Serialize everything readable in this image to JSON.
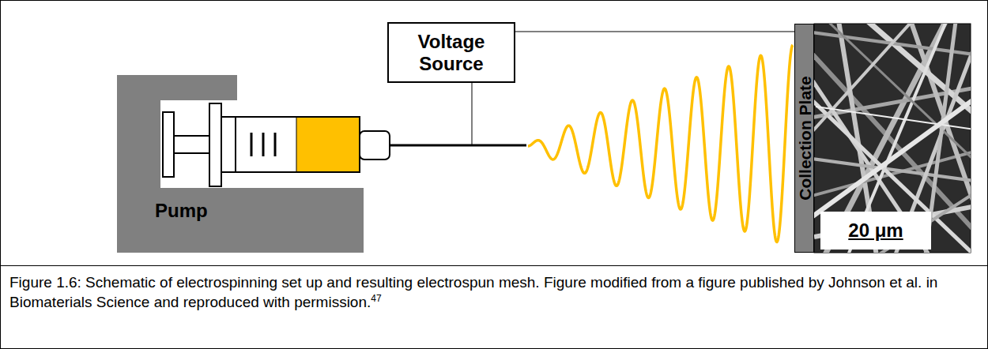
{
  "diagram": {
    "caption": "Figure 1.6: Schematic of electrospinning set up and resulting electrospun mesh. Figure modified from a figure published by Johnson et al. in Biomaterials Science and reproduced with permission.",
    "nodes": [
      {
        "text": [
          "Voltage Source"
        ]
      },
      {
        "text": [
          "Pump"
        ]
      },
      {
        "text": [
          "Collection Plate"
        ]
      },
      {
        "text": [
          "20 μm"
        ]
      }
    ],
    "edges": [
      {
        "from": 0,
        "to": 2,
        "arrow": "none"
      }
    ],
    "labels": [
      "47"
    ]
  }
}
